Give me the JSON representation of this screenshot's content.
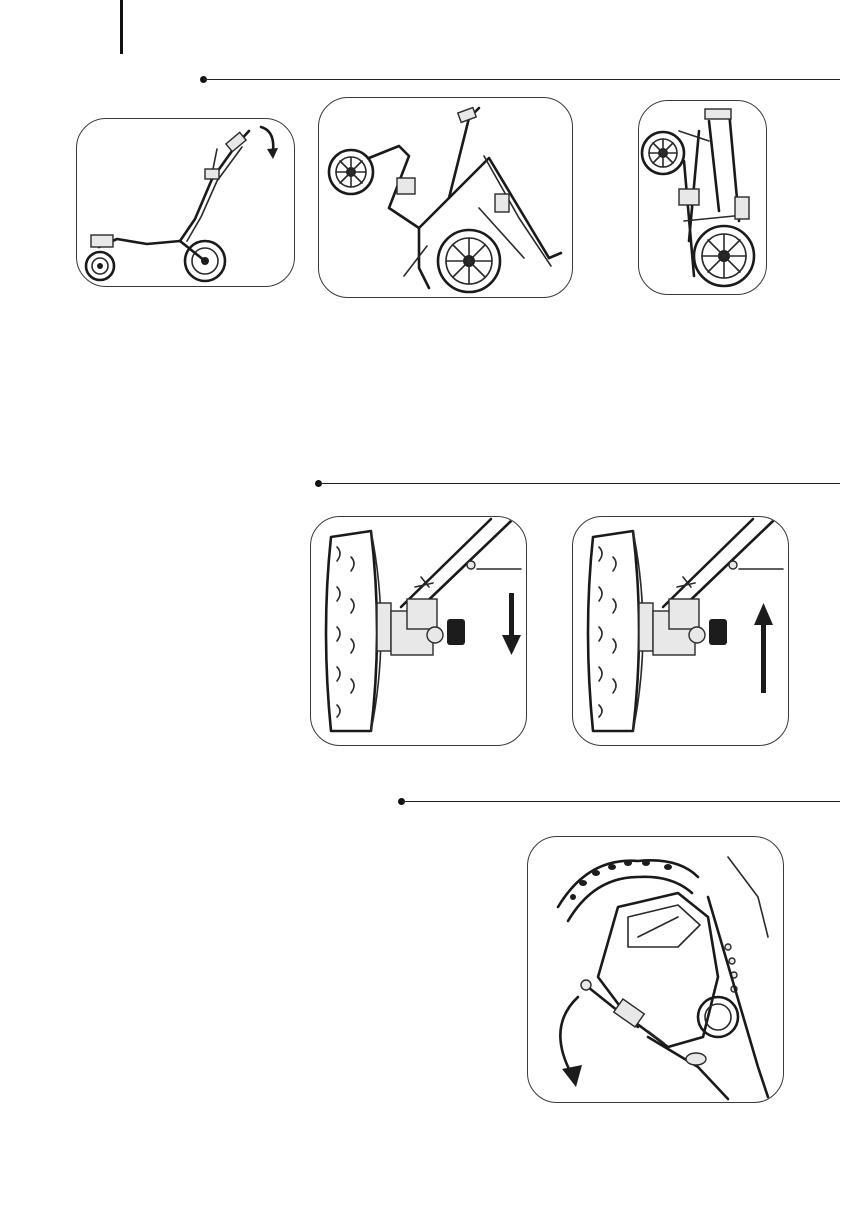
{
  "page": {
    "background": "#ffffff",
    "line_color": "#222222"
  },
  "sections": [
    {
      "figures": [
        "fold-step-handle-release",
        "fold-step-frame-collapse",
        "fold-step-fully-folded"
      ]
    },
    {
      "figures": [
        "wheel-release-press-down",
        "wheel-release-lift-up"
      ]
    },
    {
      "figures": [
        "handle-brake-lever"
      ]
    }
  ],
  "icons": {
    "down_arrow": "arrow-down-icon",
    "up_arrow": "arrow-up-icon",
    "curved_arrow": "curved-arrow-icon"
  }
}
